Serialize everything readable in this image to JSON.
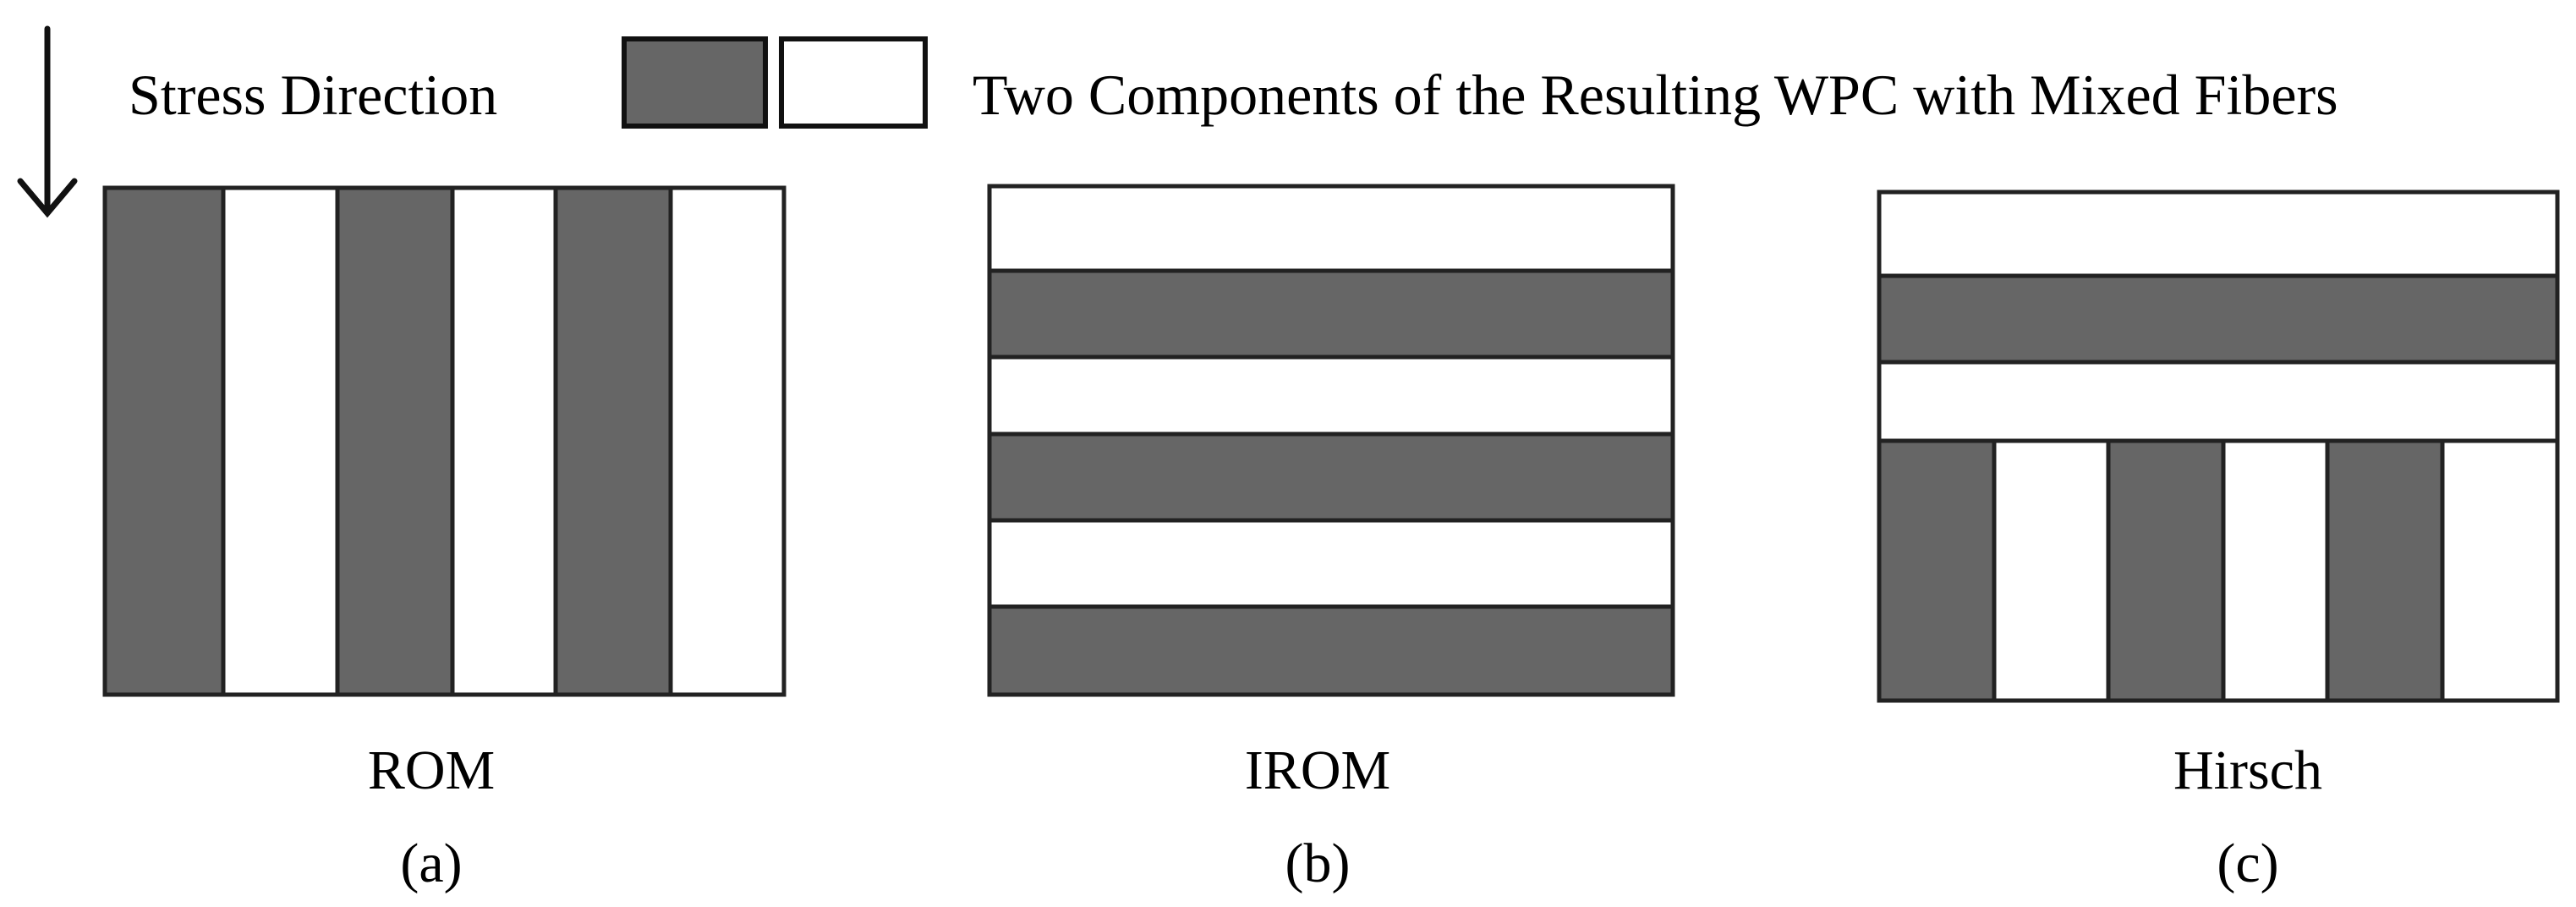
{
  "legend": {
    "stress_arrow_icon": "down-arrow",
    "stress_label": "Stress Direction",
    "components_label": "Two Components of the Resulting WPC with Mixed Fibers",
    "swatches": [
      {
        "name": "component-dark",
        "color": "#666666"
      },
      {
        "name": "component-light",
        "color": "#ffffff"
      }
    ]
  },
  "colors": {
    "dark": "#666666",
    "light": "#ffffff",
    "outline": "#222222"
  },
  "panels": [
    {
      "id": "a",
      "model": "ROM",
      "caption": "(a)",
      "layout": "6 vertical stripes parallel to stress direction",
      "stripes": [
        "dark",
        "light",
        "dark",
        "light",
        "dark",
        "light"
      ]
    },
    {
      "id": "b",
      "model": "IROM",
      "caption": "(b)",
      "layout": "6 horizontal bands perpendicular to stress direction",
      "stripes": [
        "light",
        "dark",
        "light",
        "dark",
        "light",
        "dark"
      ]
    },
    {
      "id": "c",
      "model": "Hirsch",
      "caption": "(c)",
      "layout": "3 horizontal bands on top of 6 vertical stripes",
      "top_bands": [
        "light",
        "dark",
        "light"
      ],
      "bottom_stripes": [
        "dark",
        "light",
        "dark",
        "light",
        "dark",
        "light"
      ]
    }
  ]
}
